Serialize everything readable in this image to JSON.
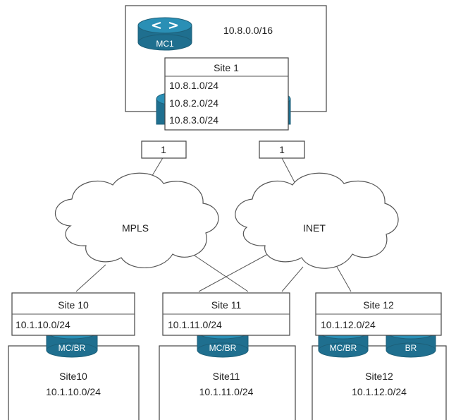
{
  "hub": {
    "prefix": "10.8.0.0/16",
    "router_label": "MC1",
    "site_title": "Site 1",
    "subnets": [
      "10.8.1.0/24",
      "10.8.2.0/24",
      "10.8.3.0/24"
    ]
  },
  "paths": {
    "mpls_metric": "1",
    "inet_metric": "1"
  },
  "clouds": {
    "mpls": "MPLS",
    "inet": "INET"
  },
  "branches": [
    {
      "title": "Site 10",
      "subnet": "10.1.10.0/24",
      "routers": [
        "MC/BR"
      ],
      "name": "Site10",
      "prefix": "10.1.10.0/24"
    },
    {
      "title": "Site 11",
      "subnet": "10.1.11.0/24",
      "routers": [
        "MC/BR"
      ],
      "name": "Site11",
      "prefix": "10.1.11.0/24"
    },
    {
      "title": "Site 12",
      "subnet": "10.1.12.0/24",
      "routers": [
        "MC/BR",
        "BR"
      ],
      "name": "Site12",
      "prefix": "10.1.12.0/24"
    }
  ],
  "colors": {
    "router": "#2a8fb5",
    "router_dark": "#1f6f8f"
  }
}
